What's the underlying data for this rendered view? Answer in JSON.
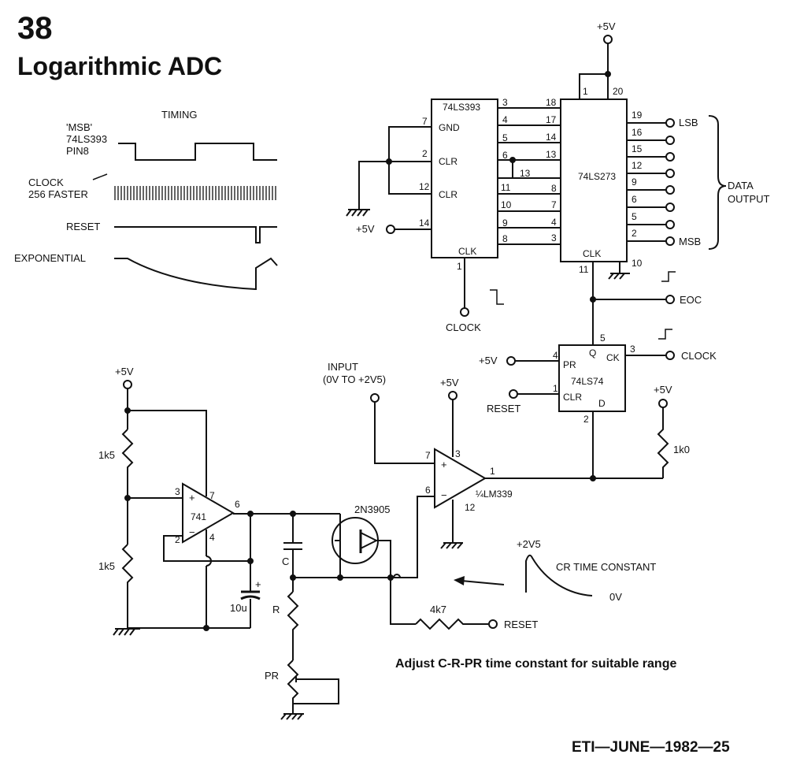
{
  "header": {
    "number": "38",
    "title": "Logarithmic ADC"
  },
  "footer": {
    "citation": "ETI—JUNE—1982—25"
  },
  "note": "Adjust C-R-PR time constant for suitable range",
  "timing": {
    "title": "TIMING",
    "msb_label_1": "'MSB'",
    "msb_label_2": "74LS393",
    "msb_label_3": "PIN8",
    "clock_label_1": "CLOCK",
    "clock_label_2": "256 FASTER",
    "reset_label": "RESET",
    "exp_label": "EXPONENTIAL"
  },
  "ic393": {
    "name": "74LS393",
    "gnd": "GND",
    "clr": "CLR",
    "clk": "CLK",
    "pins": {
      "gnd": "7",
      "clr1": "2",
      "clr2": "12",
      "vcc": "14",
      "clk": "1",
      "o3": "3",
      "o4": "4",
      "o5": "5",
      "o6": "6",
      "o11": "11",
      "o10": "10",
      "o9": "9",
      "o8": "8"
    }
  },
  "ic273": {
    "name": "74LS273",
    "clk": "CLK",
    "pins": {
      "vcc": "20",
      "p1": "1",
      "i18": "18",
      "i17": "17",
      "i14": "14",
      "i13": "13",
      "i8": "8",
      "i7": "7",
      "i4": "4",
      "i3": "3",
      "o19": "19",
      "o16": "16",
      "o15": "15",
      "o12": "12",
      "o9": "9",
      "o6": "6",
      "o5": "5",
      "o2": "2",
      "gnd": "10",
      "clk": "11",
      "junction13": "13"
    }
  },
  "ic74": {
    "name": "74LS74",
    "pr": "PR",
    "clr": "CLR",
    "q": "Q",
    "ck": "CK",
    "d": "D",
    "pins": {
      "q": "5",
      "ck": "3",
      "pr": "4",
      "clr": "1",
      "d": "2"
    }
  },
  "opamp741": {
    "name": "741",
    "pins": {
      "inp": "3",
      "inn": "2",
      "vcc": "7",
      "gnd": "4",
      "out": "6"
    }
  },
  "comparator": {
    "name": "¼LM339",
    "pins": {
      "inp": "7",
      "inn": "6",
      "vcc": "3",
      "gnd": "12",
      "out": "1"
    }
  },
  "transistor": {
    "name": "2N3905"
  },
  "labels": {
    "plus5v": "+5V",
    "lsb": "LSB",
    "msb": "MSB",
    "data_output_1": "DATA",
    "data_output_2": "OUTPUT",
    "eoc": "EOC",
    "clock": "CLOCK",
    "reset": "RESET",
    "input_1": "INPUT",
    "input_2": "(0V TO +2V5)",
    "r1k5_a": "1k5",
    "r1k5_b": "1k5",
    "r1k0": "1k0",
    "r4k7": "4k7",
    "cap10u": "10u",
    "cap_c": "C",
    "res_r": "R",
    "pot_pr": "PR",
    "plus": "+",
    "minus": "−",
    "v2v5": "+2V5",
    "v0v": "0V",
    "cr_const": "CR TIME CONSTANT"
  }
}
